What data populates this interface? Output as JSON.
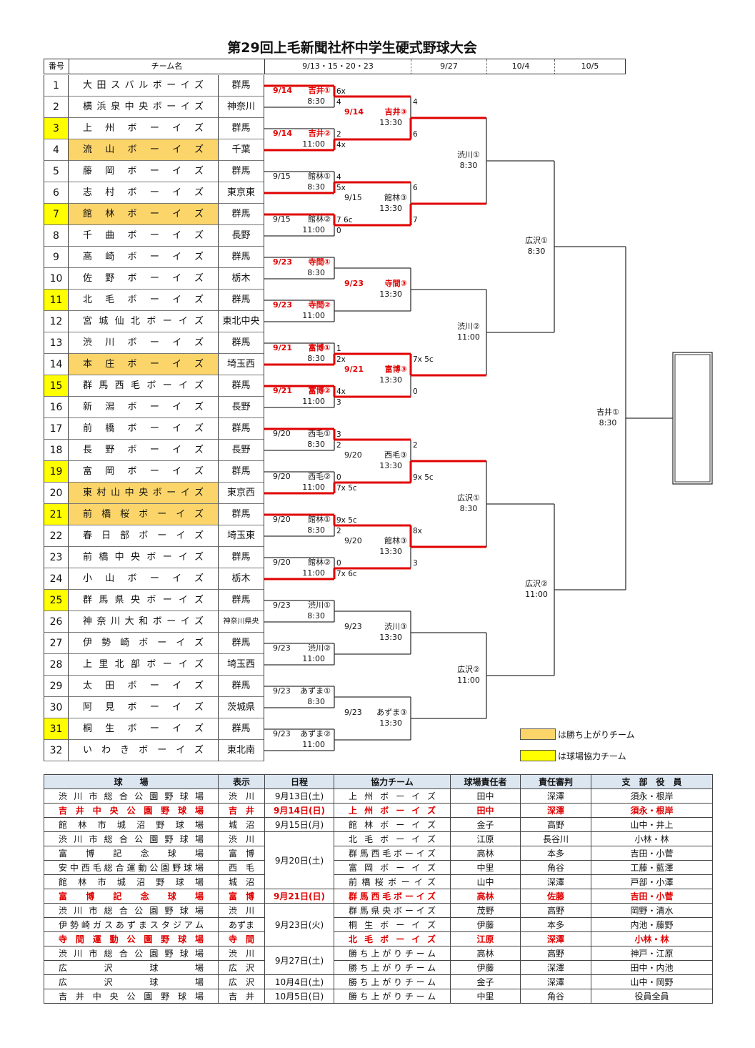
{
  "title": "第29回上毛新聞社杯中学生硬式野球大会",
  "header": {
    "number": "番号",
    "team": "チーム名",
    "r1_dates": "9/13・15・20・23",
    "r3_date": "9/27",
    "r4_date": "10/4",
    "r5_date": "10/5"
  },
  "colors": {
    "winner_name_bg": "#fcd56a",
    "host_num_bg": "#ffff00",
    "red": "#e00000",
    "line": "#333333"
  },
  "teams": [
    {
      "no": "1",
      "name": "大田スバルボーイズ",
      "pref": "群馬"
    },
    {
      "no": "2",
      "name": "横浜泉中央ボーイズ",
      "pref": "神奈川"
    },
    {
      "no": "3",
      "name": "上州ボーイズ",
      "pref": "群馬",
      "host": true
    },
    {
      "no": "4",
      "name": "流山ボーイズ",
      "pref": "千葉",
      "advanced": true
    },
    {
      "no": "5",
      "name": "藤岡ボーイズ",
      "pref": "群馬"
    },
    {
      "no": "6",
      "name": "志村ボーイズ",
      "pref": "東京東"
    },
    {
      "no": "7",
      "name": "館林ボーイズ",
      "pref": "群馬",
      "host": true,
      "advanced": true
    },
    {
      "no": "8",
      "name": "千曲ボーイズ",
      "pref": "長野"
    },
    {
      "no": "9",
      "name": "高崎ボーイズ",
      "pref": "群馬"
    },
    {
      "no": "10",
      "name": "佐野ボーイズ",
      "pref": "栃木"
    },
    {
      "no": "11",
      "name": "北毛ボーイズ",
      "pref": "群馬",
      "host": true
    },
    {
      "no": "12",
      "name": "宮城仙北ボーイズ",
      "pref": "東北中央"
    },
    {
      "no": "13",
      "name": "渋川ボーイズ",
      "pref": "群馬"
    },
    {
      "no": "14",
      "name": "本庄ボーイズ",
      "pref": "埼玉西",
      "advanced": true
    },
    {
      "no": "15",
      "name": "群馬西毛ボーイズ",
      "pref": "群馬",
      "host": true
    },
    {
      "no": "16",
      "name": "新潟ボーイズ",
      "pref": "長野"
    },
    {
      "no": "17",
      "name": "前橋ボーイズ",
      "pref": "群馬"
    },
    {
      "no": "18",
      "name": "長野ボーイズ",
      "pref": "長野"
    },
    {
      "no": "19",
      "name": "富岡ボーイズ",
      "pref": "群馬",
      "host": true
    },
    {
      "no": "20",
      "name": "東村山中央ボーイズ",
      "pref": "東京西",
      "advanced": true
    },
    {
      "no": "21",
      "name": "前橋桜ボーイズ",
      "pref": "群馬",
      "host": true,
      "advanced": true
    },
    {
      "no": "22",
      "name": "春日部ボーイズ",
      "pref": "埼玉東"
    },
    {
      "no": "23",
      "name": "前橋中央ボーイズ",
      "pref": "群馬"
    },
    {
      "no": "24",
      "name": "小山ボーイズ",
      "pref": "栃木"
    },
    {
      "no": "25",
      "name": "群馬県央ボーイズ",
      "pref": "群馬",
      "host": true
    },
    {
      "no": "26",
      "name": "神奈川大和ボーイズ",
      "pref": "神奈川県央"
    },
    {
      "no": "27",
      "name": "伊勢崎ボーイズ",
      "pref": "群馬"
    },
    {
      "no": "28",
      "name": "上里北部ボーイズ",
      "pref": "埼玉西"
    },
    {
      "no": "29",
      "name": "太田ボーイズ",
      "pref": "群馬"
    },
    {
      "no": "30",
      "name": "阿見ボーイズ",
      "pref": "茨城県"
    },
    {
      "no": "31",
      "name": "桐生ボーイズ",
      "pref": "群馬",
      "host": true
    },
    {
      "no": "32",
      "name": "いわきボーイズ",
      "pref": "東北南"
    }
  ],
  "rounds": [
    [
      {
        "date": "9/14",
        "venue": "吉井①",
        "time": "8:30",
        "top": "6x",
        "bottom": "4",
        "winner": "top",
        "red": true
      },
      {
        "date": "9/14",
        "venue": "吉井②",
        "time": "11:00",
        "top": "2",
        "bottom": "4x",
        "winner": "bottom",
        "red": true
      },
      {
        "date": "9/15",
        "venue": "館林①",
        "time": "8:30",
        "top": "4",
        "bottom": "5x",
        "winner": "bottom"
      },
      {
        "date": "9/15",
        "venue": "館林②",
        "time": "11:00",
        "top": "7 6c",
        "bottom": "0",
        "winner": "top"
      },
      {
        "date": "9/23",
        "venue": "寺間①",
        "time": "8:30",
        "red": true
      },
      {
        "date": "9/23",
        "venue": "寺間②",
        "time": "11:00",
        "red": true
      },
      {
        "date": "9/21",
        "venue": "富博①",
        "time": "8:30",
        "top": "1",
        "bottom": "2x",
        "winner": "bottom",
        "red": true
      },
      {
        "date": "9/21",
        "venue": "富博②",
        "time": "11:00",
        "top": "4x",
        "bottom": "3",
        "winner": "top",
        "red": true
      },
      {
        "date": "9/20",
        "venue": "西毛①",
        "time": "8:30",
        "top": "3",
        "bottom": "2",
        "winner": "top"
      },
      {
        "date": "9/20",
        "venue": "西毛②",
        "time": "11:00",
        "top": "0",
        "bottom": "7x 5c",
        "winner": "bottom"
      },
      {
        "date": "9/20",
        "venue": "館林①",
        "time": "8:30",
        "top": "9x 5c",
        "bottom": "2",
        "winner": "top"
      },
      {
        "date": "9/20",
        "venue": "館林②",
        "time": "11:00",
        "top": "0",
        "bottom": "7x 6c",
        "winner": "bottom"
      },
      {
        "date": "9/23",
        "venue": "渋川①",
        "time": "8:30"
      },
      {
        "date": "9/23",
        "venue": "渋川②",
        "time": "11:00"
      },
      {
        "date": "9/23",
        "venue": "あずま①",
        "time": "8:30"
      },
      {
        "date": "9/23",
        "venue": "あずま②",
        "time": "11:00"
      }
    ],
    [
      {
        "date": "9/14",
        "venue": "吉井③",
        "time": "13:30",
        "top": "4",
        "bottom": "6",
        "winner": "bottom",
        "red": true
      },
      {
        "date": "9/15",
        "venue": "館林③",
        "time": "13:30",
        "top": "6",
        "bottom": "7",
        "winner": "bottom"
      },
      {
        "date": "9/23",
        "venue": "寺間③",
        "time": "13:30",
        "red": true
      },
      {
        "date": "9/21",
        "venue": "富博③",
        "time": "13:30",
        "top": "7x 5c",
        "bottom": "0",
        "winner": "top",
        "red": true
      },
      {
        "date": "9/20",
        "venue": "西毛③",
        "time": "13:30",
        "top": "2",
        "bottom": "9x 5c",
        "winner": "bottom"
      },
      {
        "date": "9/20",
        "venue": "館林③",
        "time": "13:30",
        "top": "8x",
        "bottom": "3",
        "winner": "top"
      },
      {
        "date": "9/23",
        "venue": "渋川③",
        "time": "13:30"
      },
      {
        "date": "9/23",
        "venue": "あずま③",
        "time": "13:30"
      }
    ],
    [
      {
        "venue": "渋川①",
        "time": "8:30"
      },
      {
        "venue": "渋川②",
        "time": "11:00"
      },
      {
        "venue": "広沢①",
        "time": "8:30"
      },
      {
        "venue": "広沢②",
        "time": "11:00"
      }
    ],
    [
      {
        "venue": "広沢①",
        "time": "8:30"
      },
      {
        "venue": "広沢②",
        "time": "11:00"
      }
    ],
    [
      {
        "venue": "吉井①",
        "time": "8:30"
      }
    ]
  ],
  "legend": {
    "advanced": "は勝ち上がりチーム",
    "host": "は球場協力チーム"
  },
  "schedule": {
    "headers": [
      "球　　場",
      "表示",
      "日程",
      "協力チーム",
      "球場責任者",
      "責任審判",
      "支　部　役　員"
    ],
    "rows": [
      {
        "stadium": "渋川市総合公園野球場",
        "short": "渋　川",
        "date": "9月13日(土)",
        "team": "上州ボーイズ",
        "manager": "田中",
        "umpire": "深澤",
        "officers": "須永・根岸"
      },
      {
        "stadium": "吉井中央公園野球場",
        "short": "吉　井",
        "date": "9月14日(日)",
        "team": "上州ボーイズ",
        "manager": "田中",
        "umpire": "深澤",
        "officers": "須永・根岸",
        "highlight": true
      },
      {
        "stadium": "館林市城沼野球場",
        "short": "城　沼",
        "date": "9月15日(月)",
        "team": "館林ボーイズ",
        "manager": "金子",
        "umpire": "高野",
        "officers": "山中・井上"
      },
      {
        "stadium": "渋川市総合公園野球場",
        "short": "渋　川",
        "date": "9月20日(土)",
        "team": "北毛ボーイズ",
        "manager": "江原",
        "umpire": "長谷川",
        "officers": "小林・林"
      },
      {
        "stadium": "富博記念球場",
        "short": "富　博",
        "date": "",
        "team": "群馬西毛ボーイズ",
        "manager": "高林",
        "umpire": "本多",
        "officers": "吉田・小菅"
      },
      {
        "stadium": "安中西毛総合運動公園野球場",
        "short": "西　毛",
        "date": "",
        "team": "富岡ボーイズ",
        "manager": "中里",
        "umpire": "角谷",
        "officers": "工藤・藍澤"
      },
      {
        "stadium": "館林市城沼野球場",
        "short": "城　沼",
        "date": "",
        "team": "前橋桜ボーイズ",
        "manager": "山中",
        "umpire": "深澤",
        "officers": "戸部・小澤"
      },
      {
        "stadium": "富博記念球場",
        "short": "富　博",
        "date": "9月21日(日)",
        "team": "群馬西毛ボーイズ",
        "manager": "高林",
        "umpire": "佐藤",
        "officers": "吉田・小菅",
        "highlight": true
      },
      {
        "stadium": "渋川市総合公園野球場",
        "short": "渋　川",
        "date": "9月23日(火)",
        "team": "群馬県央ボーイズ",
        "manager": "茂野",
        "umpire": "高野",
        "officers": "岡野・清水"
      },
      {
        "stadium": "伊勢崎ガスあずまスタジアム",
        "short": "あずま",
        "date": "",
        "team": "桐生ボーイズ",
        "manager": "伊藤",
        "umpire": "本多",
        "officers": "内池・藤野"
      },
      {
        "stadium": "寺間運動公園野球場",
        "short": "寺　間",
        "date": "",
        "team": "北毛ボーイズ",
        "manager": "江原",
        "umpire": "深澤",
        "officers": "小林・林",
        "highlight": true
      },
      {
        "stadium": "渋川市総合公園野球場",
        "short": "渋　川",
        "date": "9月27日(土)",
        "team": "勝ち上がりチーム",
        "manager": "高林",
        "umpire": "高野",
        "officers": "神戸・江原"
      },
      {
        "stadium": "広沢球場",
        "short": "広　沢",
        "date": "",
        "team": "勝ち上がりチーム",
        "manager": "伊藤",
        "umpire": "深澤",
        "officers": "田中・内池"
      },
      {
        "stadium": "広沢球場",
        "short": "広　沢",
        "date": "10月4日(土)",
        "team": "勝ち上がりチーム",
        "manager": "金子",
        "umpire": "深澤",
        "officers": "山中・岡野"
      },
      {
        "stadium": "吉井中央公園野球場",
        "short": "吉　井",
        "date": "10月5日(日)",
        "team": "勝ち上がりチーム",
        "manager": "中里",
        "umpire": "角谷",
        "officers": "役員全員"
      }
    ]
  }
}
